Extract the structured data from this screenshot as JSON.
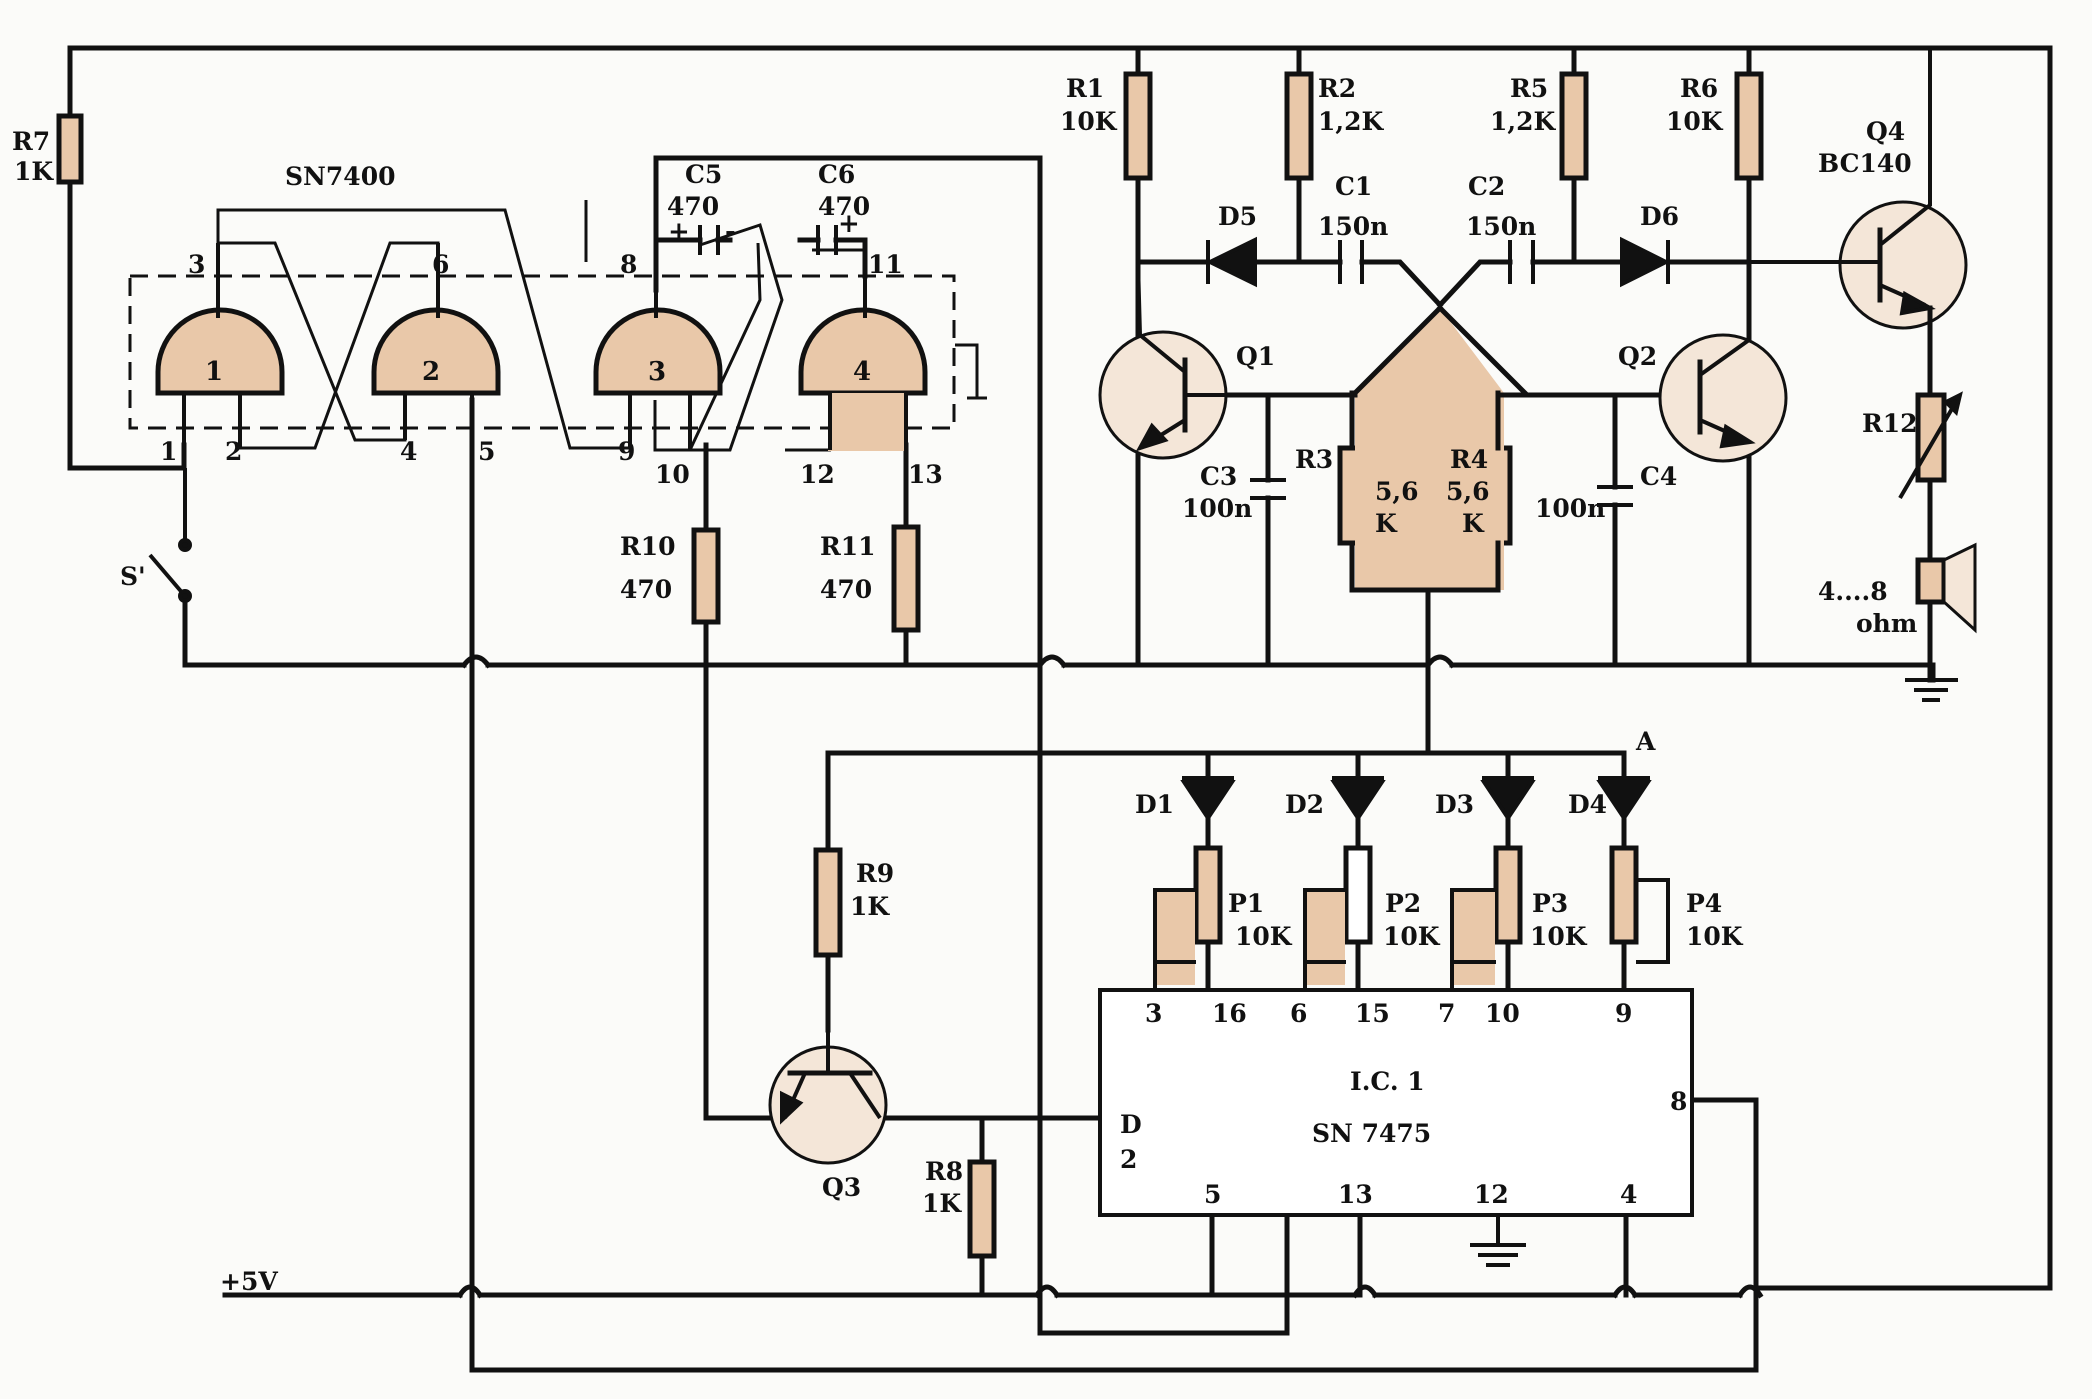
{
  "chips": {
    "gate_package": "SN7400",
    "ic1_line1": "I.C.  1",
    "ic1_line2": "SN  7475"
  },
  "gates": [
    "1",
    "2",
    "3",
    "4"
  ],
  "gate_pins": {
    "p3": "3",
    "p6": "6",
    "p8": "8",
    "p11": "11",
    "p1": "1",
    "p2": "2",
    "p4": "4",
    "p5": "5",
    "p9": "9",
    "p10": "10",
    "p12": "12",
    "p13": "13"
  },
  "ic1_pins": {
    "top": [
      "3",
      "16",
      "6",
      "15",
      "7",
      "10",
      "9"
    ],
    "bottom": [
      "5",
      "13",
      "12",
      "4"
    ],
    "right": "8",
    "left_line1": "D",
    "left_line2": "2"
  },
  "resistors": {
    "R1": {
      "name": "R1",
      "value": "10K"
    },
    "R2": {
      "name": "R2",
      "value": "1,2K"
    },
    "R3": {
      "name": "R3",
      "value_a": "5,6",
      "value_b": "K"
    },
    "R4": {
      "name": "R4",
      "value_a": "5,6",
      "value_b": "K"
    },
    "R5": {
      "name": "R5",
      "value": "1,2K"
    },
    "R6": {
      "name": "R6",
      "value": "10K"
    },
    "R7": {
      "name": "R7",
      "value": "1K"
    },
    "R8": {
      "name": "R8",
      "value": "1K"
    },
    "R9": {
      "name": "R9",
      "value": "1K"
    },
    "R10": {
      "name": "R10",
      "value": "470"
    },
    "R11": {
      "name": "R11",
      "value": "470"
    },
    "R12": {
      "name": "R12"
    }
  },
  "capacitors": {
    "C1": {
      "name": "C1",
      "value": "150n"
    },
    "C2": {
      "name": "C2",
      "value": "150n"
    },
    "C3": {
      "name": "C3",
      "value": "100n"
    },
    "C4": {
      "name": "C4",
      "value": "100n"
    },
    "C5": {
      "name": "C5",
      "value": "470"
    },
    "C6": {
      "name": "C6",
      "value": "470"
    }
  },
  "diodes": [
    "D1",
    "D2",
    "D3",
    "D4",
    "D5",
    "D6"
  ],
  "pots": {
    "P1": {
      "name": "P1",
      "value": "10K"
    },
    "P2": {
      "name": "P2",
      "value": "10K"
    },
    "P3": {
      "name": "P3",
      "value": "10K"
    },
    "P4": {
      "name": "P4",
      "value": "10K"
    }
  },
  "transistors": {
    "Q1": "Q1",
    "Q2": "Q2",
    "Q3": "Q3",
    "Q4": {
      "name": "Q4",
      "type": "BC140"
    }
  },
  "misc": {
    "switch": "S'",
    "supply": "+5V",
    "speaker_line1": "4....8",
    "speaker_line2": "ohm",
    "node_a": "A",
    "plus": "+",
    "minus": "-"
  },
  "colors": {
    "ink": "#111111",
    "component_fill": "#e9c8a9",
    "paper": "#fbfbf9"
  }
}
